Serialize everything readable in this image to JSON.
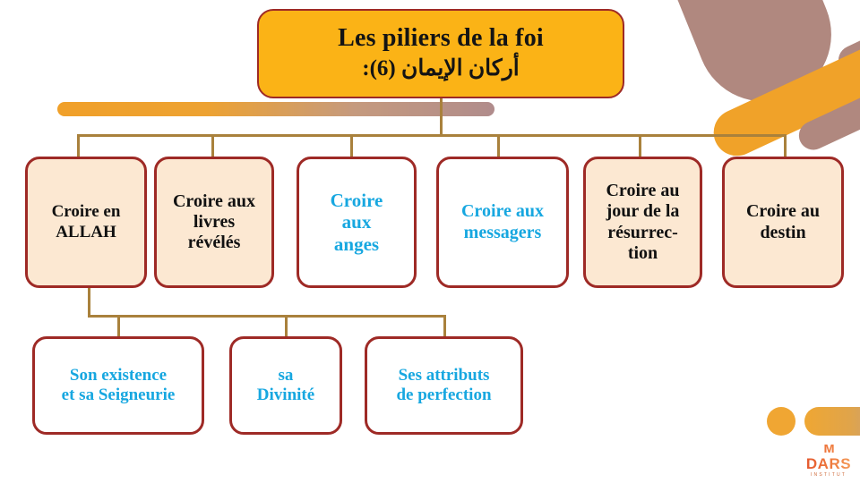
{
  "title": {
    "french": "Les piliers de la foi",
    "arabic": "أركان الإيمان (6):"
  },
  "pillars": [
    {
      "label": "Croire en\nALLAH",
      "fill": "cream",
      "text_color": "#111111"
    },
    {
      "label": "Croire aux\nlivres\nrévélés",
      "fill": "cream",
      "text_color": "#111111"
    },
    {
      "label": "Croire\naux\nanges",
      "fill": "white",
      "text_color": "#17a7e0"
    },
    {
      "label": "Croire aux\nmessagers",
      "fill": "white",
      "text_color": "#17a7e0"
    },
    {
      "label": "Croire au\njour de la\nrésurrec-\ntion",
      "fill": "cream",
      "text_color": "#111111"
    },
    {
      "label": "Croire au\ndestin",
      "fill": "cream",
      "text_color": "#111111"
    }
  ],
  "sub_pillars": [
    {
      "label": "Son existence\net sa Seigneurie",
      "fill": "white",
      "text_color": "#17a7e0"
    },
    {
      "label": "sa\nDivinité",
      "fill": "white",
      "text_color": "#17a7e0"
    },
    {
      "label": "Ses attributs\nde perfection",
      "fill": "white",
      "text_color": "#17a7e0"
    }
  ],
  "logo": {
    "mark": "ᴍ",
    "word": "DARS",
    "subtitle": "INSTITUT"
  },
  "colors": {
    "title_fill": "#fbb316",
    "box_border": "#9e2a26",
    "box_cream": "#fce8d2",
    "connector": "#a9813c",
    "accent_cyan": "#17a7e0",
    "accent_orange": "#f0a229",
    "accent_rose": "#b0887f"
  }
}
